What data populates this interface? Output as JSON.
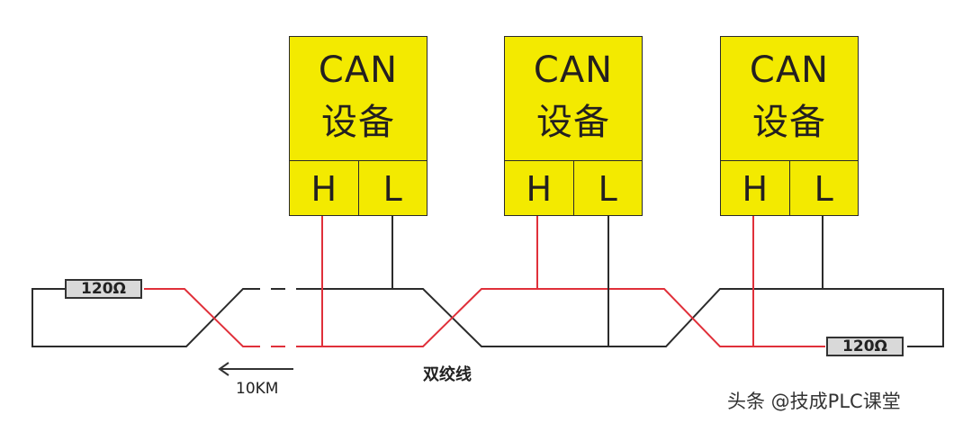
{
  "devices": [
    {
      "title_line1": "CAN",
      "title_line2": "设备",
      "pin_h": "H",
      "pin_l": "L"
    },
    {
      "title_line1": "CAN",
      "title_line2": "设备",
      "pin_h": "H",
      "pin_l": "L"
    },
    {
      "title_line1": "CAN",
      "title_line2": "设备",
      "pin_h": "H",
      "pin_l": "L"
    }
  ],
  "terminators": {
    "left": "120Ω",
    "right": "120Ω"
  },
  "labels": {
    "cable": "双绞线",
    "distance": "10KM",
    "watermark": "头条 @技成PLC课堂"
  },
  "colors": {
    "can_high_wire": "#e0303a",
    "can_low_wire": "#2b2b2b",
    "device_fill": "#f3ea00"
  }
}
